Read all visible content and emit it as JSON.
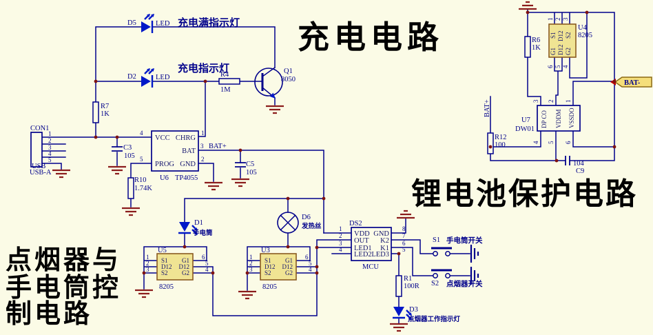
{
  "titles": {
    "charging": "充电电路",
    "protection": "锂电池保护电路",
    "control": [
      "点烟器与",
      "手电筒控",
      "制电路"
    ]
  },
  "colors": {
    "background": "#FBFBE6",
    "wire": "#00008B",
    "ground": "#8B1C1C",
    "chip_yellow": "#F0E493",
    "title_text": "#000000",
    "flag_yellow": "#F5DE7A"
  },
  "charging": {
    "d5": {
      "ref": "D5",
      "type": "LED",
      "note": "充电满指示灯"
    },
    "d2": {
      "ref": "D2",
      "type": "LED",
      "note": "充电指示灯"
    },
    "r7": {
      "ref": "R7",
      "val": "1K"
    },
    "r4": {
      "ref": "R4",
      "val": "1M"
    },
    "q1": {
      "ref": "Q1",
      "val": "8050"
    },
    "con1": {
      "ref": "CON1",
      "usb": "USB",
      "usba": "USB-A",
      "pins": [
        "1",
        "2",
        "3",
        "4",
        "5"
      ]
    },
    "c3": {
      "ref": "C3",
      "val": "105"
    },
    "c5": {
      "ref": "C5",
      "val": "105"
    },
    "r10": {
      "ref": "R10",
      "val": "1.74K"
    },
    "u6": {
      "ref": "U6",
      "part": "TP4055",
      "vcc": "VCC",
      "chrg": "CHRG",
      "bat": "BAT",
      "prog": "PROG",
      "gnd": "GND",
      "n_vcc": "4",
      "n_chrg": "1",
      "n_bat": "3",
      "n_prog": "5",
      "n_gnd": "2",
      "net": "BAT+"
    }
  },
  "protection": {
    "u4": {
      "ref": "U4",
      "part": "8205",
      "s1": "S1",
      "d12a": "D12",
      "s2": "S2",
      "g1": "G1",
      "d12b": "D12",
      "g2": "G2",
      "t1": "1",
      "t2": "2",
      "t3": "3",
      "b6": "6",
      "b5": "5",
      "b4": "4"
    },
    "r6": {
      "ref": "R6",
      "val": "1K"
    },
    "u7": {
      "ref": "U7",
      "part": "DW01",
      "col1": "DP CO",
      "col2": "VDDM",
      "col3": "VSSDO",
      "t3": "3",
      "t2": "2",
      "t1": "1",
      "b4": "4",
      "b5": "5",
      "b6": "6"
    },
    "r12": {
      "ref": "R12",
      "val": "100"
    },
    "c9": {
      "ref": "C9",
      "val": "104"
    },
    "batp": "BAT+",
    "batm": "BAT-"
  },
  "control": {
    "d1": {
      "ref": "D1",
      "note": "手电筒"
    },
    "d6": {
      "ref": "D6",
      "note": "发热丝"
    },
    "u5": {
      "ref": "U5",
      "part": "8205",
      "s1": "S1",
      "d12a": "D12",
      "s2": "S2",
      "g1": "G1",
      "d12b": "D12",
      "g2": "G2",
      "n1": "1",
      "n2": "2",
      "n3": "3",
      "n6": "6",
      "n5": "5",
      "n4": "4"
    },
    "u3": {
      "ref": "U3",
      "part": "8205",
      "s1": "S1",
      "d12a": "D12",
      "s2": "S2",
      "g1": "G1",
      "d12b": "D12",
      "g2": "G2",
      "n1": "1",
      "n2": "2",
      "n3": "3",
      "n6": "6",
      "n5": "5",
      "n4": "4"
    },
    "mcu": {
      "ref": "DS2",
      "part": "MCU",
      "vdd": "VDD",
      "out": "OUT",
      "led1": "LED1",
      "led2": "LED2",
      "gnd": "GND",
      "k2": "K2",
      "k1": "K1",
      "led3": "LED3",
      "n1": "1",
      "n2": "2",
      "n3": "3",
      "n4": "4",
      "n8": "8",
      "n7": "7",
      "n6": "6",
      "n5": "5"
    },
    "s1": {
      "ref": "S1",
      "note": "手电筒开关"
    },
    "s2": {
      "ref": "S2",
      "note": "点烟器开关"
    },
    "r1": {
      "ref": "R1",
      "val": "100R"
    },
    "d3": {
      "ref": "D3",
      "note": "点烟器工作指示灯"
    }
  }
}
